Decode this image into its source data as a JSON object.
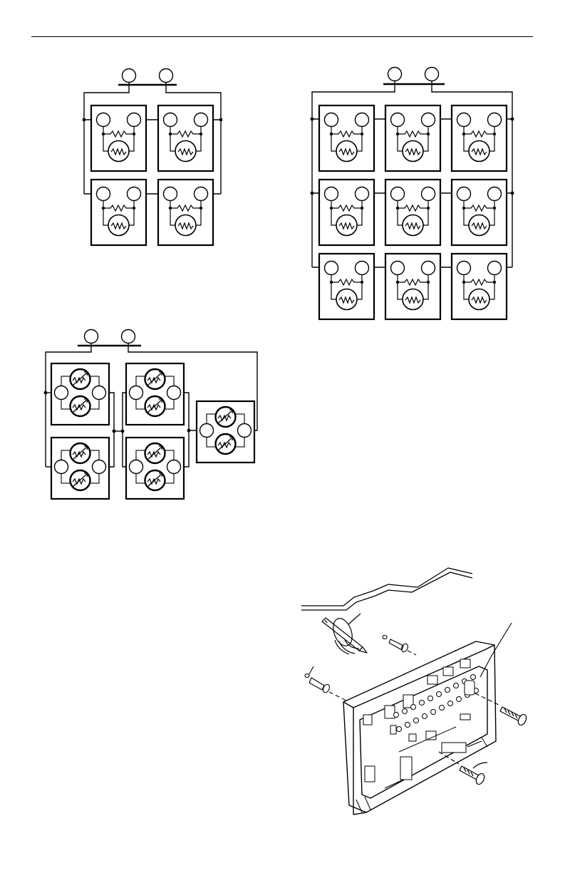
{
  "page": {
    "background": "#ffffff",
    "line_color": "#000000"
  },
  "figures": [
    {
      "id": "four-sensor-series-parallel",
      "sensor_count": 4,
      "arrangement": "2x2"
    },
    {
      "id": "nine-sensor-series-parallel",
      "sensor_count": 9,
      "arrangement": "3x3"
    },
    {
      "id": "five-sensor-dual-thermistor",
      "sensor_count": 5,
      "arrangement": "2x2 plus 1"
    },
    {
      "id": "wallplate-mounting",
      "parts": [
        "wall",
        "pencil-icon",
        "wall-anchor",
        "mounting-screw",
        "wallplate",
        "terminal-block"
      ]
    }
  ]
}
